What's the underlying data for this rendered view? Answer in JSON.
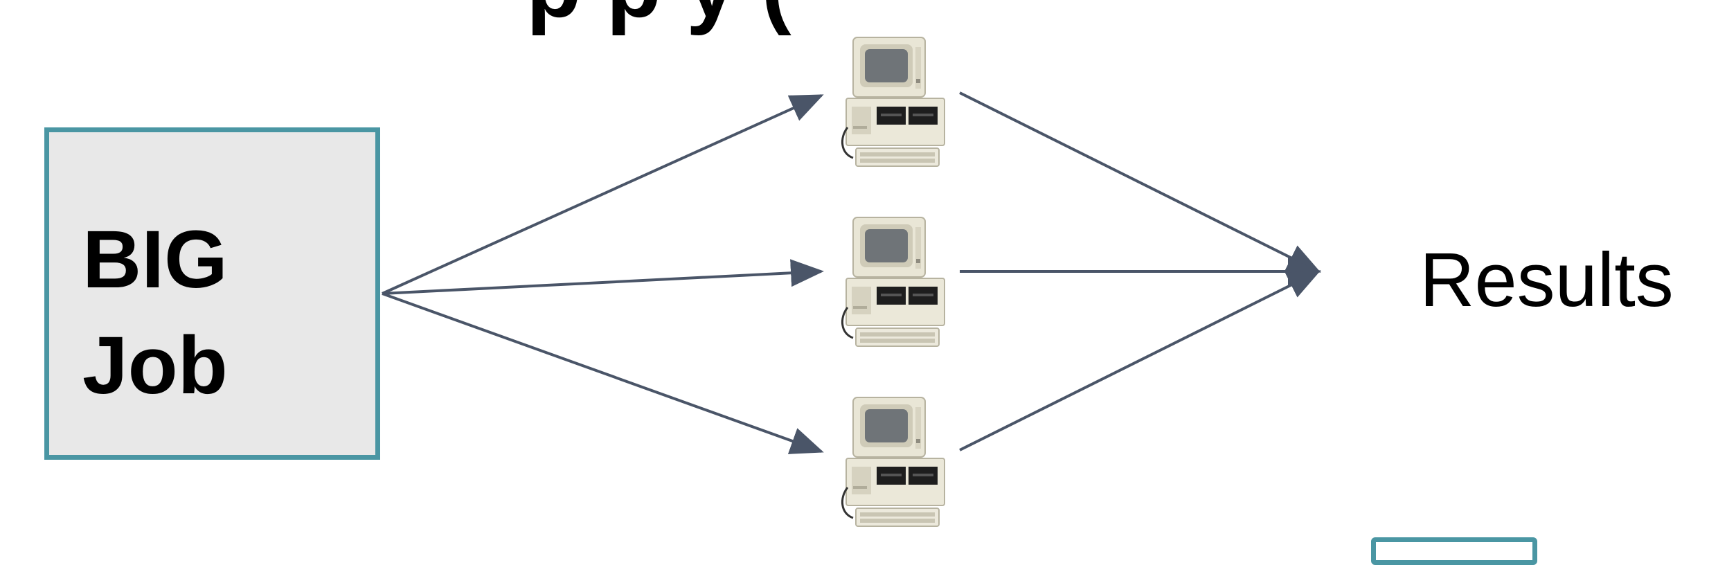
{
  "diagram": {
    "title_fragment": "p   p   y   (",
    "job_box": {
      "line1": "BIG",
      "line2": "Job",
      "fill": "#e8e8e8",
      "border_color": "#4a96a3"
    },
    "workers": [
      {
        "icon": "desktop-computer-icon"
      },
      {
        "icon": "desktop-computer-icon"
      },
      {
        "icon": "desktop-computer-icon"
      }
    ],
    "results_label": "Results",
    "arrow_color": "#4a5568"
  }
}
